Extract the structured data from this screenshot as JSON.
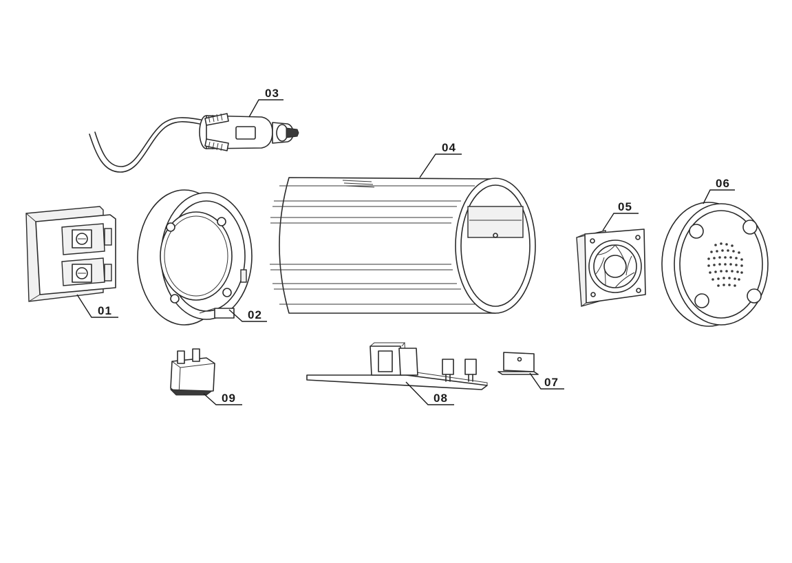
{
  "diagram": {
    "parts": [
      {
        "id": "p01",
        "label": "01"
      },
      {
        "id": "p02",
        "label": "02"
      },
      {
        "id": "p03",
        "label": "03"
      },
      {
        "id": "p04",
        "label": "04"
      },
      {
        "id": "p05",
        "label": "05"
      },
      {
        "id": "p06",
        "label": "06"
      },
      {
        "id": "p07",
        "label": "07"
      },
      {
        "id": "p08",
        "label": "08"
      },
      {
        "id": "p09",
        "label": "09"
      }
    ]
  }
}
